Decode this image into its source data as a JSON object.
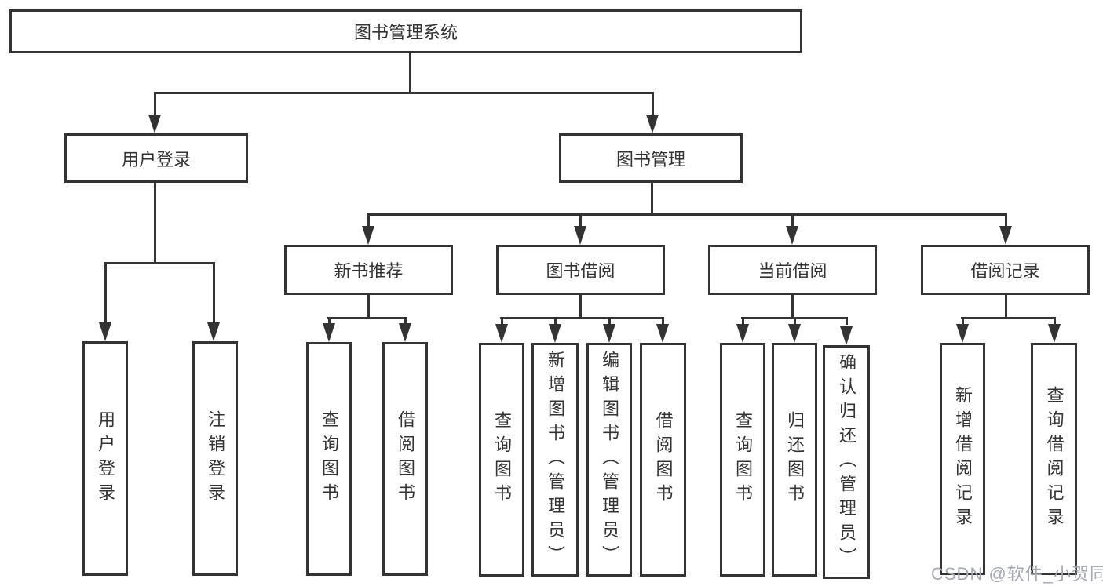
{
  "colors": {
    "line": "#333333",
    "text": "#333333",
    "background": "#ffffff",
    "watermark": "#a5a9b5"
  },
  "watermark": {
    "text": "CSDN @软件_小贺同学"
  },
  "tree": {
    "root": {
      "label": "图书管理系统",
      "children": [
        {
          "label": "用户登录",
          "children": [
            {
              "label": "用户登录"
            },
            {
              "label": "注销登录"
            }
          ]
        },
        {
          "label": "图书管理",
          "children": [
            {
              "label": "新书推荐",
              "children": [
                {
                  "label": "查询图书"
                },
                {
                  "label": "借阅图书"
                }
              ]
            },
            {
              "label": "图书借阅",
              "children": [
                {
                  "label": "查询图书"
                },
                {
                  "label": "新增图书（管理员）"
                },
                {
                  "label": "编辑图书（管理员）"
                },
                {
                  "label": "借阅图书"
                }
              ]
            },
            {
              "label": "当前借阅",
              "children": [
                {
                  "label": "查询图书"
                },
                {
                  "label": "归还图书"
                },
                {
                  "label": "确认归还（管理员）"
                }
              ]
            },
            {
              "label": "借阅记录",
              "children": [
                {
                  "label": "新增借阅记录"
                },
                {
                  "label": "查询借阅记录"
                }
              ]
            }
          ]
        }
      ]
    }
  }
}
